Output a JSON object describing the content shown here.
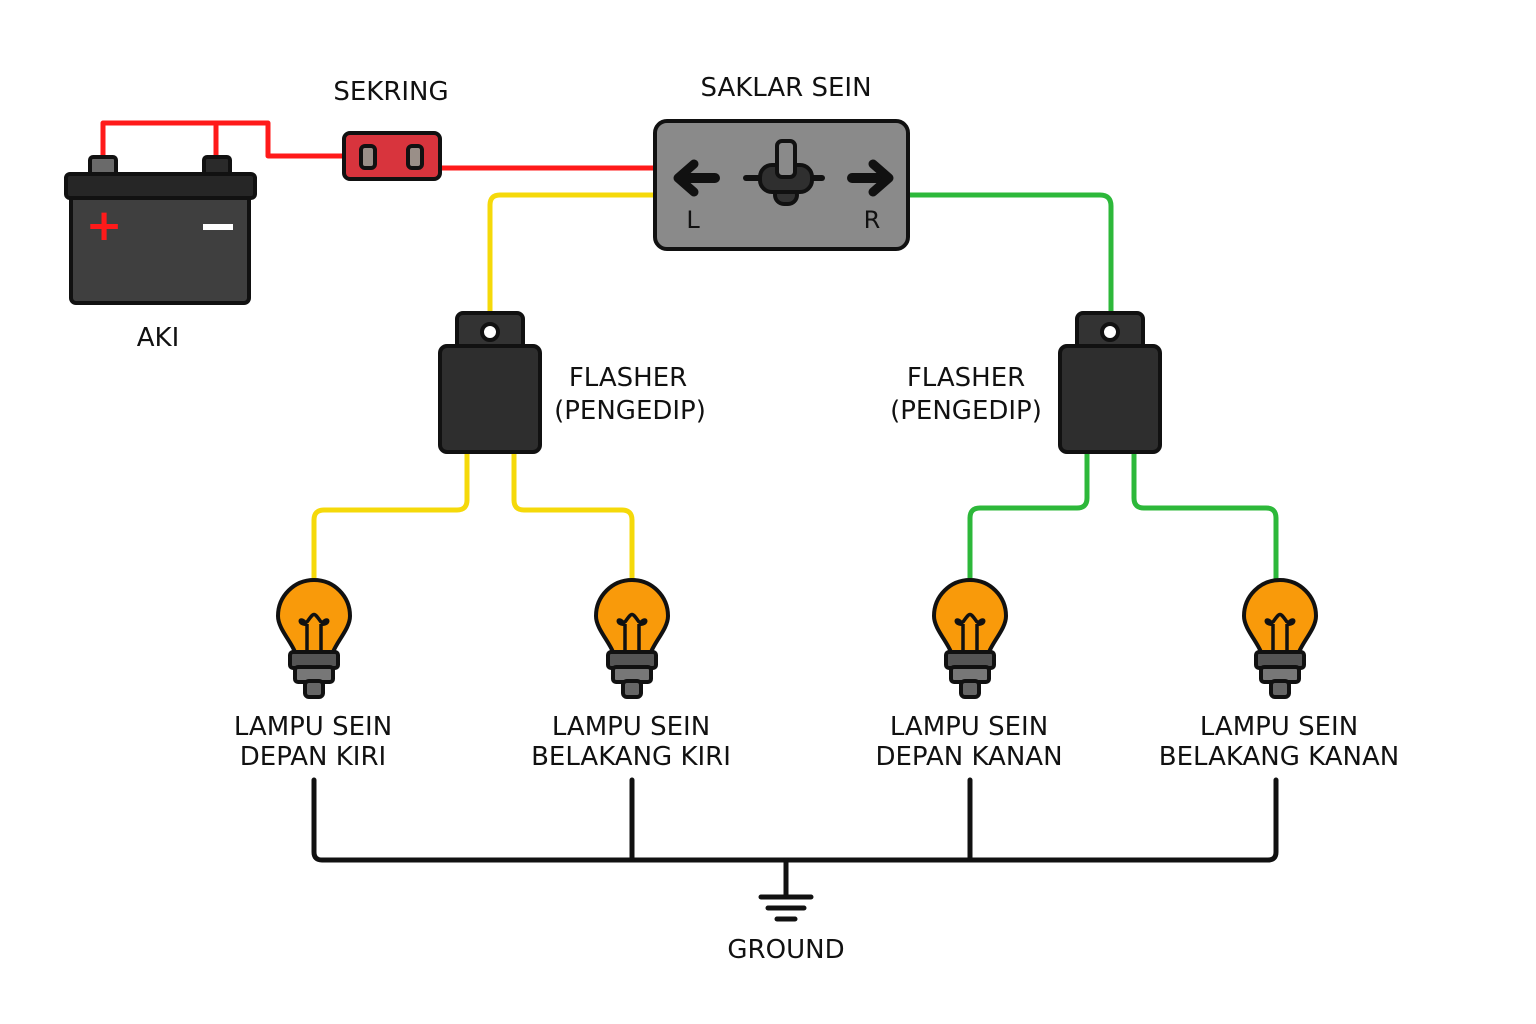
{
  "colors": {
    "positive_wire": "#ff1a1a",
    "left_wire": "#f5d90a",
    "right_wire": "#2db83a",
    "ground_wire": "#111111",
    "bulb": "#f99a0a",
    "fuse": "#d8343d",
    "switch_body": "#8a8a8a",
    "flasher_body": "#2e2e2e",
    "battery_body": "#3f3f3f"
  },
  "labels": {
    "battery": "AKI",
    "fuse": "SEKRING",
    "switch": "SAKLAR SEIN",
    "switch_left": "L",
    "switch_right": "R",
    "battery_plus": "+",
    "battery_minus": "−",
    "flasher_left": [
      "FLASHER",
      "(PENGEDIP)"
    ],
    "flasher_right": [
      "FLASHER",
      "(PENGEDIP)"
    ],
    "ground": "GROUND"
  },
  "lamps": [
    {
      "line1": "LAMPU SEIN",
      "line2": "DEPAN KIRI",
      "side": "left"
    },
    {
      "line1": "LAMPU SEIN",
      "line2": "BELAKANG KIRI",
      "side": "left"
    },
    {
      "line1": "LAMPU SEIN",
      "line2": "DEPAN KANAN",
      "side": "right"
    },
    {
      "line1": "LAMPU SEIN",
      "line2": "BELAKANG KANAN",
      "side": "right"
    }
  ],
  "connections": [
    {
      "from": "AKI (+)",
      "to": "SEKRING",
      "wire": "positive"
    },
    {
      "from": "SEKRING",
      "to": "SAKLAR SEIN",
      "wire": "positive"
    },
    {
      "from": "SAKLAR SEIN (L)",
      "to": "FLASHER kiri",
      "wire": "left"
    },
    {
      "from": "SAKLAR SEIN (R)",
      "to": "FLASHER kanan",
      "wire": "right"
    },
    {
      "from": "FLASHER kiri",
      "to": "LAMPU SEIN DEPAN KIRI",
      "wire": "left"
    },
    {
      "from": "FLASHER kiri",
      "to": "LAMPU SEIN BELAKANG KIRI",
      "wire": "left"
    },
    {
      "from": "FLASHER kanan",
      "to": "LAMPU SEIN DEPAN KANAN",
      "wire": "right"
    },
    {
      "from": "FLASHER kanan",
      "to": "LAMPU SEIN BELAKANG KANAN",
      "wire": "right"
    },
    {
      "from": "semua lampu",
      "to": "GROUND",
      "wire": "ground"
    }
  ]
}
